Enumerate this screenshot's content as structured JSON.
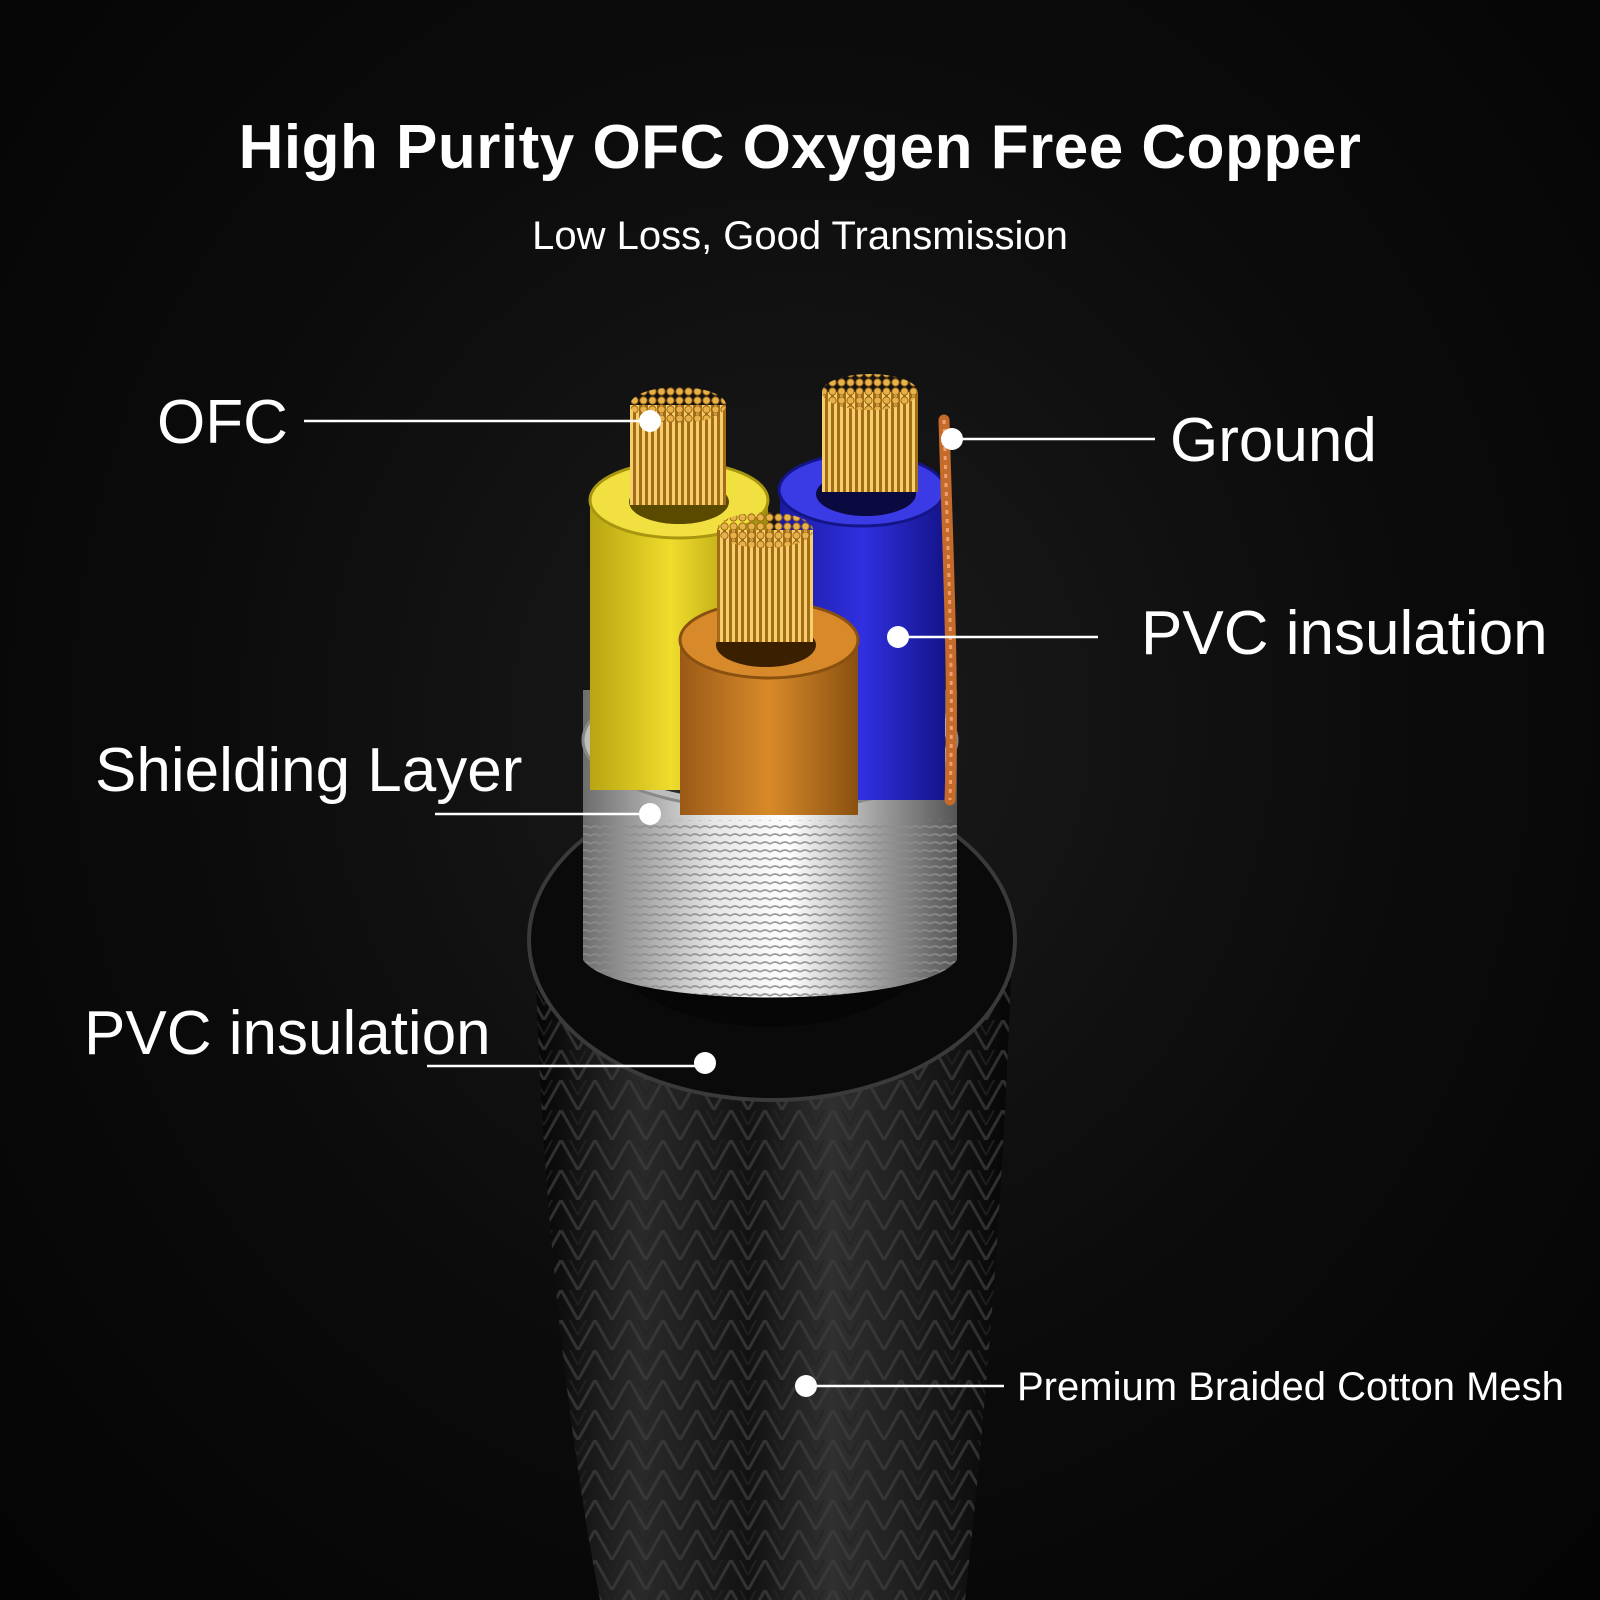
{
  "title": "High Purity OFC Oxygen Free Copper",
  "subtitle": "Low Loss, Good Transmission",
  "callouts": {
    "ofc": "OFC",
    "ground": "Ground",
    "inner_pvc": "PVC insulation",
    "shielding": "Shielding Layer",
    "outer_pvc": "PVC insulation",
    "braid": "Premium Braided Cotton Mesh"
  },
  "colors": {
    "background": "#000000",
    "text": "#ffffff",
    "copper": "#d9a23a",
    "yellow_insulation": "#d9c51c",
    "blue_insulation": "#2424c8",
    "orange_insulation": "#c47a22",
    "shield": "#b9b9b9",
    "jacket": "#1a1a1a"
  }
}
